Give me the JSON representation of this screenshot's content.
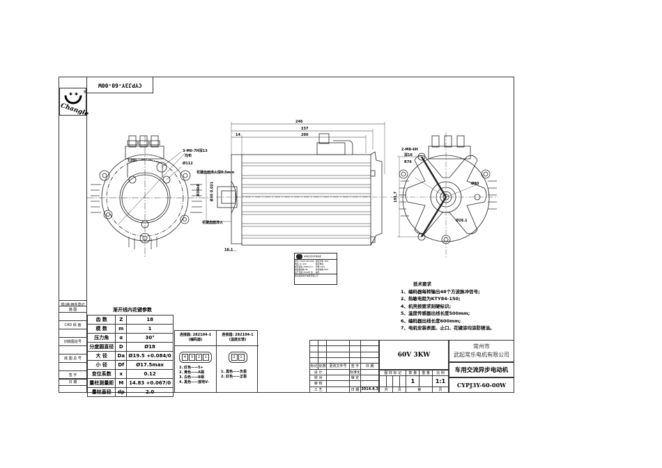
{
  "drawing": {
    "title_tab": "CYPJ3Y-60-00W",
    "logo_text": "Changle",
    "logo_mark": "®"
  },
  "left_strip": {
    "rows": [
      "借(通)用件登记",
      "描 图",
      "",
      "CAD 绘 画",
      "",
      "旧底图总号",
      "",
      "底 图 总 号",
      "",
      "签 字",
      "",
      "日 期",
      ""
    ]
  },
  "spline_table": {
    "title": "渐开线内花键参数",
    "rows": [
      {
        "name": "齿 数",
        "symbol": "Z",
        "value": "18"
      },
      {
        "name": "模 数",
        "symbol": "m",
        "value": "1"
      },
      {
        "name": "压力角",
        "symbol": "α",
        "value": "30°"
      },
      {
        "name": "分度圆直径",
        "symbol": "D",
        "value": "Ø18"
      },
      {
        "name": "大 径",
        "symbol": "Da",
        "value": "Ø19.5 +0.084/0"
      },
      {
        "name": "小 径",
        "symbol": "Df",
        "value": "Ø17.5max"
      },
      {
        "name": "变位系数",
        "symbol": "x",
        "value": "0.12"
      },
      {
        "name": "量柱测量距",
        "symbol": "M",
        "value": "14.83 +0.067/0"
      },
      {
        "name": "量柱直径",
        "symbol": "dp",
        "value": "2.0"
      }
    ]
  },
  "connectors": [
    {
      "header": "连接器: 282104-1",
      "subheader": "(编码器)",
      "pins": [
        "4",
        "3",
        "2",
        "1"
      ],
      "wires": [
        "1. 红色——5+",
        "2. 黄色——A相",
        "3. 白色——B相",
        "4. 黑色——接地V-"
      ]
    },
    {
      "header": "连接器: 282104-1",
      "subheader": "(温度反馈)",
      "pins": [
        "2",
        "1"
      ],
      "wires": [
        "1. 黑色——负极",
        "2. 红色——正极"
      ]
    }
  ],
  "tech_requirements": {
    "title": "技术要求",
    "items": [
      "1、编码器每转输出48个方波脉冲信号;",
      "2、热敏电阻为KTY84-150;",
      "4、机壳按要求刻硬标识;",
      "5、温度传感器出线长度500mm;",
      "6、编码器出线长度600mm;",
      "7、电机安装表面、止口、花键涂均涂防锈油。"
    ]
  },
  "title_block": {
    "spec": "60V 3KW",
    "city": "常州市",
    "company": "武起常乐电机有限公司",
    "product_name": "车用交流异步电动机",
    "drawing_number": "CYPJ3Y-60-00W",
    "rev_headers": [
      "标记",
      "处数",
      "更改文件号",
      "签 字",
      "日 期"
    ],
    "roles": [
      "设 计",
      "校 对",
      "审 核",
      "工 艺"
    ],
    "role_cols": [
      "标准化",
      "审 定",
      "",
      "日 期"
    ],
    "date": "2014.4.3",
    "col_headers": [
      "图 样 标 记",
      "数 量",
      "重 量",
      "比 例"
    ],
    "quantity": "1",
    "scale": "1:1",
    "sheet_total_label": "共",
    "sheet_label": "页",
    "sheet_no_label": "第",
    "sheet_label2": "页"
  },
  "dimensions": {
    "overall_length": "246",
    "body_length_1": "237",
    "body_length_2": "200",
    "flange_offset": "14",
    "shaft_offset": "16.1",
    "left_view_label_1": "3-M6-7H深13",
    "left_view_label_2": "均布",
    "left_view_label_3": "Ø112",
    "left_view_angle": "120°",
    "spline_note_top": "花键齿面淬火深0.5min",
    "spline_note_bottom": "花键齿面淬火",
    "spline_dia": "Ø36h8",
    "spline_inner": "Ø30 0.021",
    "right_view_label_1": "2-M8-6H",
    "right_view_label_2": "深16",
    "right_view_r": "R76",
    "right_view_dia": "Ø80",
    "right_view_height": "191.7",
    "right_view_offset": "Ø26.1"
  },
  "nameplate": {
    "title": "车用交流异步电动机",
    "rows": [
      "型号 CYPJ3Y-60-00W",
      "额定功率 3kW",
      "电压 AC 42V",
      "额定电流",
      "额定转速 3000r/min",
      "重量 19kg",
      "编码器线数 48",
      "防护等级 IP54",
      "生产日期 2014年 月",
      "编号",
      "常州武起常乐电机有限公司"
    ]
  },
  "colors": {
    "line": "#333333",
    "background": "#ffffff"
  }
}
